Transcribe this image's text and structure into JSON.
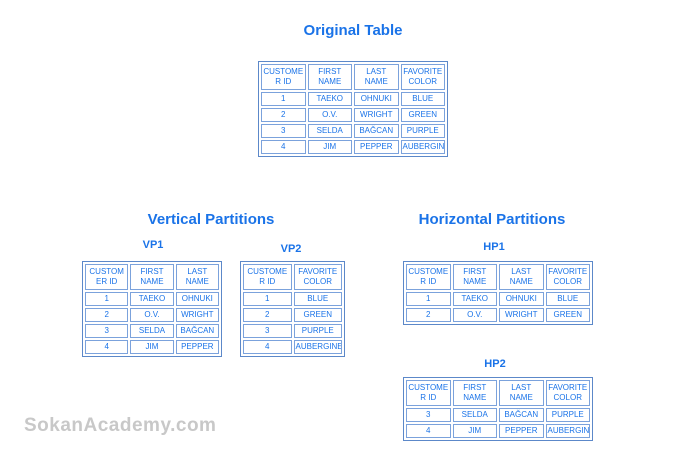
{
  "colors": {
    "accent": "#1a73e8",
    "cell_border": "#7ba2dc",
    "table_border": "#5c88c9",
    "watermark": "#c8c8c8"
  },
  "titles": {
    "original": "Original Table",
    "vertical": "Vertical Partitions",
    "horizontal": "Horizontal Partitions"
  },
  "tables": {
    "original": {
      "headers": [
        "CUSTOMER ID",
        "FIRST NAME",
        "LAST NAME",
        "FAVORITE COLOR"
      ],
      "rows": [
        [
          "1",
          "TAEKO",
          "OHNUKI",
          "BLUE"
        ],
        [
          "2",
          "O.V.",
          "WRIGHT",
          "GREEN"
        ],
        [
          "3",
          "SELDA",
          "BAĞCAN",
          "PURPLE"
        ],
        [
          "4",
          "JIM",
          "PEPPER",
          "AUBERGINE"
        ]
      ]
    },
    "vp1": {
      "label": "VP1",
      "headers": [
        "CUSTOMER ID",
        "FIRST NAME",
        "LAST NAME"
      ],
      "rows": [
        [
          "1",
          "TAEKO",
          "OHNUKI"
        ],
        [
          "2",
          "O.V.",
          "WRIGHT"
        ],
        [
          "3",
          "SELDA",
          "BAĞCAN"
        ],
        [
          "4",
          "JIM",
          "PEPPER"
        ]
      ]
    },
    "vp2": {
      "label": "VP2",
      "headers": [
        "CUSTOMER ID",
        "FAVORITE COLOR"
      ],
      "rows": [
        [
          "1",
          "BLUE"
        ],
        [
          "2",
          "GREEN"
        ],
        [
          "3",
          "PURPLE"
        ],
        [
          "4",
          "AUBERGINE"
        ]
      ]
    },
    "hp1": {
      "label": "HP1",
      "headers": [
        "CUSTOMER ID",
        "FIRST NAME",
        "LAST NAME",
        "FAVORITE COLOR"
      ],
      "rows": [
        [
          "1",
          "TAEKO",
          "OHNUKI",
          "BLUE"
        ],
        [
          "2",
          "O.V.",
          "WRIGHT",
          "GREEN"
        ]
      ]
    },
    "hp2": {
      "label": "HP2",
      "headers": [
        "CUSTOMER ID",
        "FIRST NAME",
        "LAST NAME",
        "FAVORITE COLOR"
      ],
      "rows": [
        [
          "3",
          "SELDA",
          "BAĞCAN",
          "PURPLE"
        ],
        [
          "4",
          "JIM",
          "PEPPER",
          "AUBERGINE"
        ]
      ]
    }
  },
  "watermark": "SokanAcademy.com"
}
